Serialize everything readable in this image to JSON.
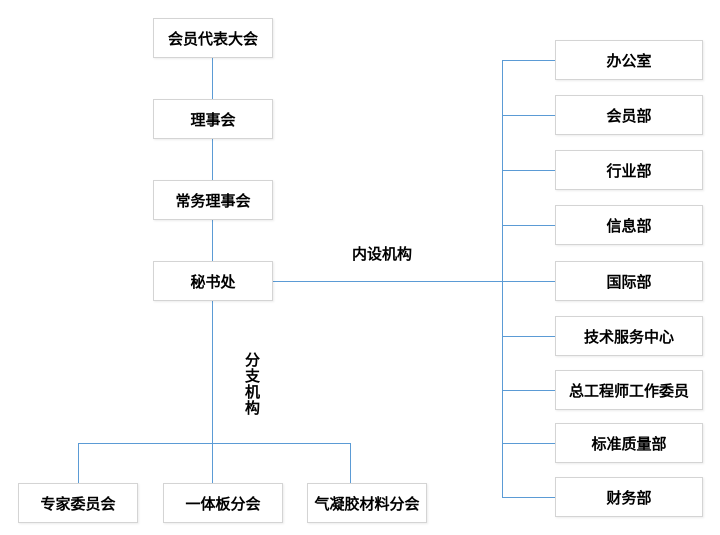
{
  "colors": {
    "connector": "#5b9bd5",
    "box_border": "#d4d4d4",
    "box_background": "#ffffff",
    "text": "#000000"
  },
  "hierarchy": {
    "top": "会员代表大会",
    "council": "理事会",
    "standing_council": "常务理事会",
    "secretariat": "秘书处"
  },
  "labels": {
    "internal": "内设机构",
    "branch": "分支机构"
  },
  "internal_departments": [
    "办公室",
    "会员部",
    "行业部",
    "信息部",
    "国际部",
    "技术服务中心",
    "总工程师工作委员",
    "标准质量部",
    "财务部"
  ],
  "branches": [
    "专家委员会",
    "一体板分会",
    "气凝胶材料分会"
  ]
}
